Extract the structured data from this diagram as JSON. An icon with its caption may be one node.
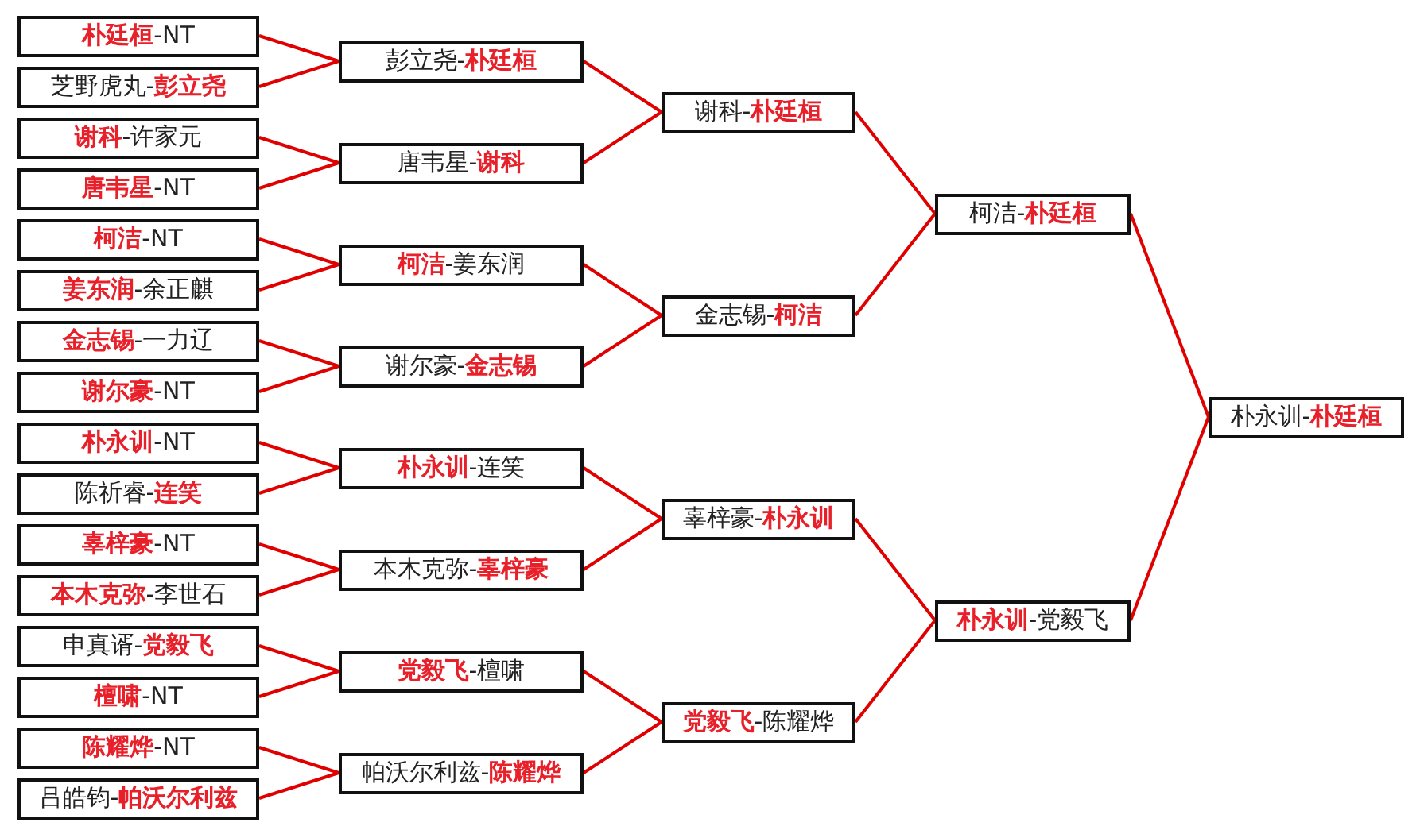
{
  "diagram": {
    "nodes": [
      {
        "text": [
          "**朴廷桓**-NT"
        ]
      },
      {
        "text": [
          "芝野虎丸-**彭立尧**"
        ]
      },
      {
        "text": [
          "**谢科**-许家元"
        ]
      },
      {
        "text": [
          "**唐韦星**-NT"
        ]
      },
      {
        "text": [
          "**柯洁**-NT"
        ]
      },
      {
        "text": [
          "**姜东润**-余正麒"
        ]
      },
      {
        "text": [
          "**金志锡**-一力辽"
        ]
      },
      {
        "text": [
          "**谢尔豪**-NT"
        ]
      },
      {
        "text": [
          "**朴永训**-NT"
        ]
      },
      {
        "text": [
          "陈祈睿-**连笑**"
        ]
      },
      {
        "text": [
          "**辜梓豪**-NT"
        ]
      },
      {
        "text": [
          "**本木克弥**-李世石"
        ]
      },
      {
        "text": [
          "申真谞-**党毅飞**"
        ]
      },
      {
        "text": [
          "**檀啸**-NT"
        ]
      },
      {
        "text": [
          "**陈耀烨**-NT"
        ]
      },
      {
        "text": [
          "吕皓钧-**帕沃尔利兹**"
        ]
      },
      {
        "text": [
          "彭立尧-**朴廷桓**"
        ]
      },
      {
        "text": [
          "唐韦星-**谢科**"
        ]
      },
      {
        "text": [
          "**柯洁**-姜东润"
        ]
      },
      {
        "text": [
          "谢尔豪-**金志锡**"
        ]
      },
      {
        "text": [
          "**朴永训**-连笑"
        ]
      },
      {
        "text": [
          "本木克弥-**辜梓豪**"
        ]
      },
      {
        "text": [
          "**党毅飞**-檀啸"
        ]
      },
      {
        "text": [
          "帕沃尔利兹-**陈耀烨**"
        ]
      },
      {
        "text": [
          "谢科-**朴廷桓**"
        ]
      },
      {
        "text": [
          "金志锡-**柯洁**"
        ]
      },
      {
        "text": [
          "辜梓豪-**朴永训**"
        ]
      },
      {
        "text": [
          "**党毅飞**-陈耀烨"
        ]
      },
      {
        "text": [
          "柯洁-**朴廷桓**"
        ]
      },
      {
        "text": [
          "**朴永训**-党毅飞"
        ]
      },
      {
        "text": [
          "朴永训-**朴廷桓**"
        ]
      }
    ],
    "edges": [
      {
        "from": 0,
        "to": 16,
        "arrow": "none"
      },
      {
        "from": 1,
        "to": 16,
        "arrow": "none"
      },
      {
        "from": 2,
        "to": 17,
        "arrow": "none"
      },
      {
        "from": 3,
        "to": 17,
        "arrow": "none"
      },
      {
        "from": 4,
        "to": 18,
        "arrow": "none"
      },
      {
        "from": 5,
        "to": 18,
        "arrow": "none"
      },
      {
        "from": 6,
        "to": 19,
        "arrow": "none"
      },
      {
        "from": 7,
        "to": 19,
        "arrow": "none"
      },
      {
        "from": 8,
        "to": 20,
        "arrow": "none"
      },
      {
        "from": 9,
        "to": 20,
        "arrow": "none"
      },
      {
        "from": 10,
        "to": 21,
        "arrow": "none"
      },
      {
        "from": 11,
        "to": 21,
        "arrow": "none"
      },
      {
        "from": 12,
        "to": 22,
        "arrow": "none"
      },
      {
        "from": 13,
        "to": 22,
        "arrow": "none"
      },
      {
        "from": 14,
        "to": 23,
        "arrow": "none"
      },
      {
        "from": 15,
        "to": 23,
        "arrow": "none"
      },
      {
        "from": 16,
        "to": 24,
        "arrow": "none"
      },
      {
        "from": 17,
        "to": 24,
        "arrow": "none"
      },
      {
        "from": 18,
        "to": 25,
        "arrow": "none"
      },
      {
        "from": 19,
        "to": 25,
        "arrow": "none"
      },
      {
        "from": 20,
        "to": 26,
        "arrow": "none"
      },
      {
        "from": 21,
        "to": 26,
        "arrow": "none"
      },
      {
        "from": 22,
        "to": 27,
        "arrow": "none"
      },
      {
        "from": 23,
        "to": 27,
        "arrow": "none"
      },
      {
        "from": 24,
        "to": 28,
        "arrow": "none"
      },
      {
        "from": 25,
        "to": 28,
        "arrow": "none"
      },
      {
        "from": 26,
        "to": 29,
        "arrow": "none"
      },
      {
        "from": 27,
        "to": 29,
        "arrow": "none"
      },
      {
        "from": 28,
        "to": 30,
        "arrow": "none"
      },
      {
        "from": 29,
        "to": 30,
        "arrow": "none"
      }
    ]
  }
}
